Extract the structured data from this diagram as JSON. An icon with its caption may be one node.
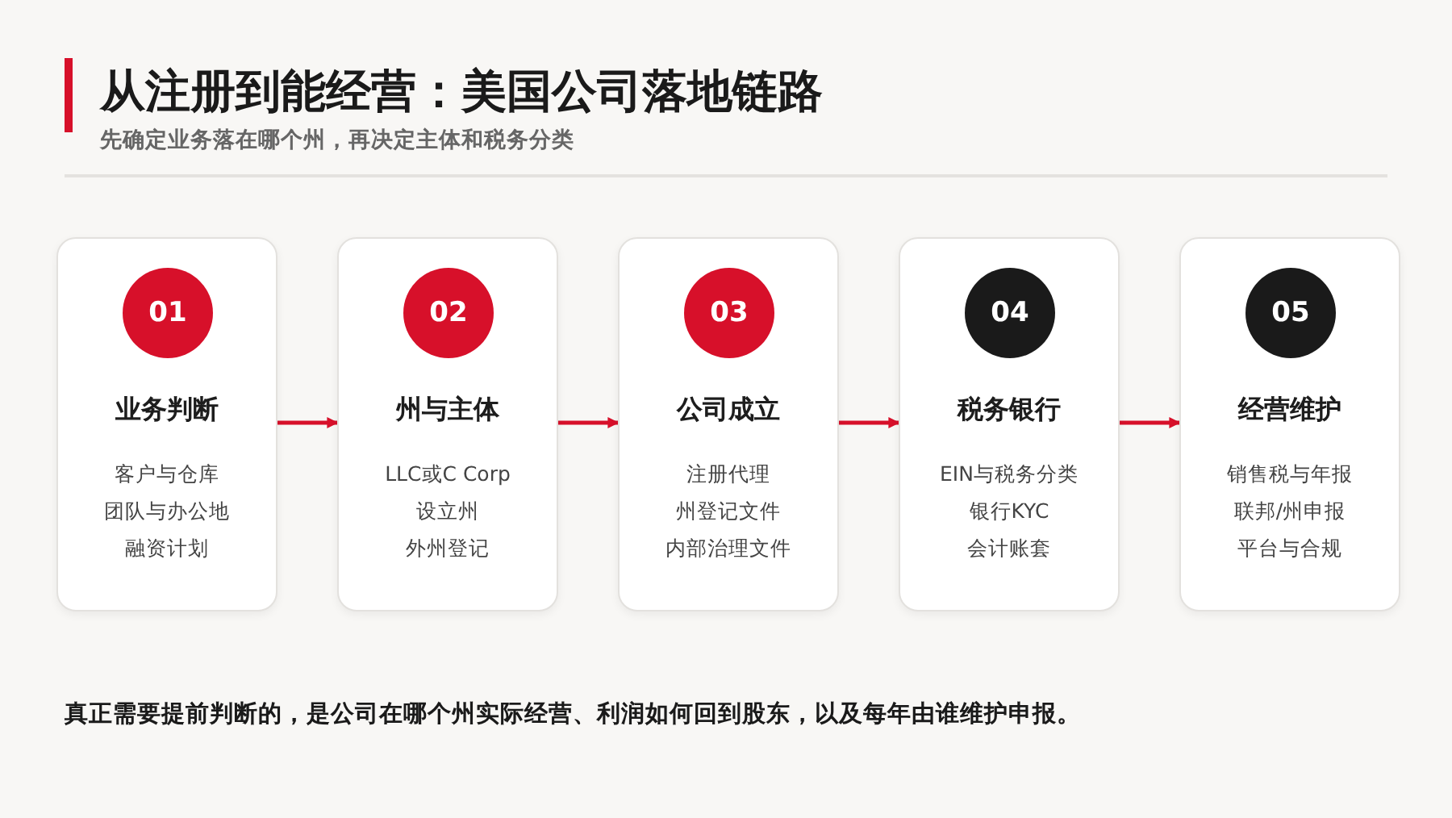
{
  "diagram": {
    "title": "从注册到能经营：美国公司落地链路",
    "caption": "真正需要提前判断的，是公司在哪个州实际经营、利润如何回到股东，以及每年由谁维护申报。",
    "labels": [
      "先确定业务落在哪个州，再决定主体和税务分类"
    ],
    "nodes": [
      {
        "text": [
          "01",
          "业务判断",
          "客户与仓库",
          "团队与办公地",
          "融资计划"
        ]
      },
      {
        "text": [
          "02",
          "州与主体",
          "LLC或C Corp",
          "设立州",
          "外州登记"
        ]
      },
      {
        "text": [
          "03",
          "公司成立",
          "注册代理",
          "州登记文件",
          "内部治理文件"
        ]
      },
      {
        "text": [
          "04",
          "税务银行",
          "EIN与税务分类",
          "银行KYC",
          "会计账套"
        ]
      },
      {
        "text": [
          "05",
          "经营维护",
          "销售税与年报",
          "联邦/州申报",
          "平台与合规"
        ]
      }
    ],
    "edges": [
      {
        "from": 0,
        "to": 1,
        "arrow": "to"
      },
      {
        "from": 1,
        "to": 2,
        "arrow": "to"
      },
      {
        "from": 2,
        "to": 3,
        "arrow": "to"
      },
      {
        "from": 3,
        "to": 4,
        "arrow": "to"
      }
    ]
  }
}
